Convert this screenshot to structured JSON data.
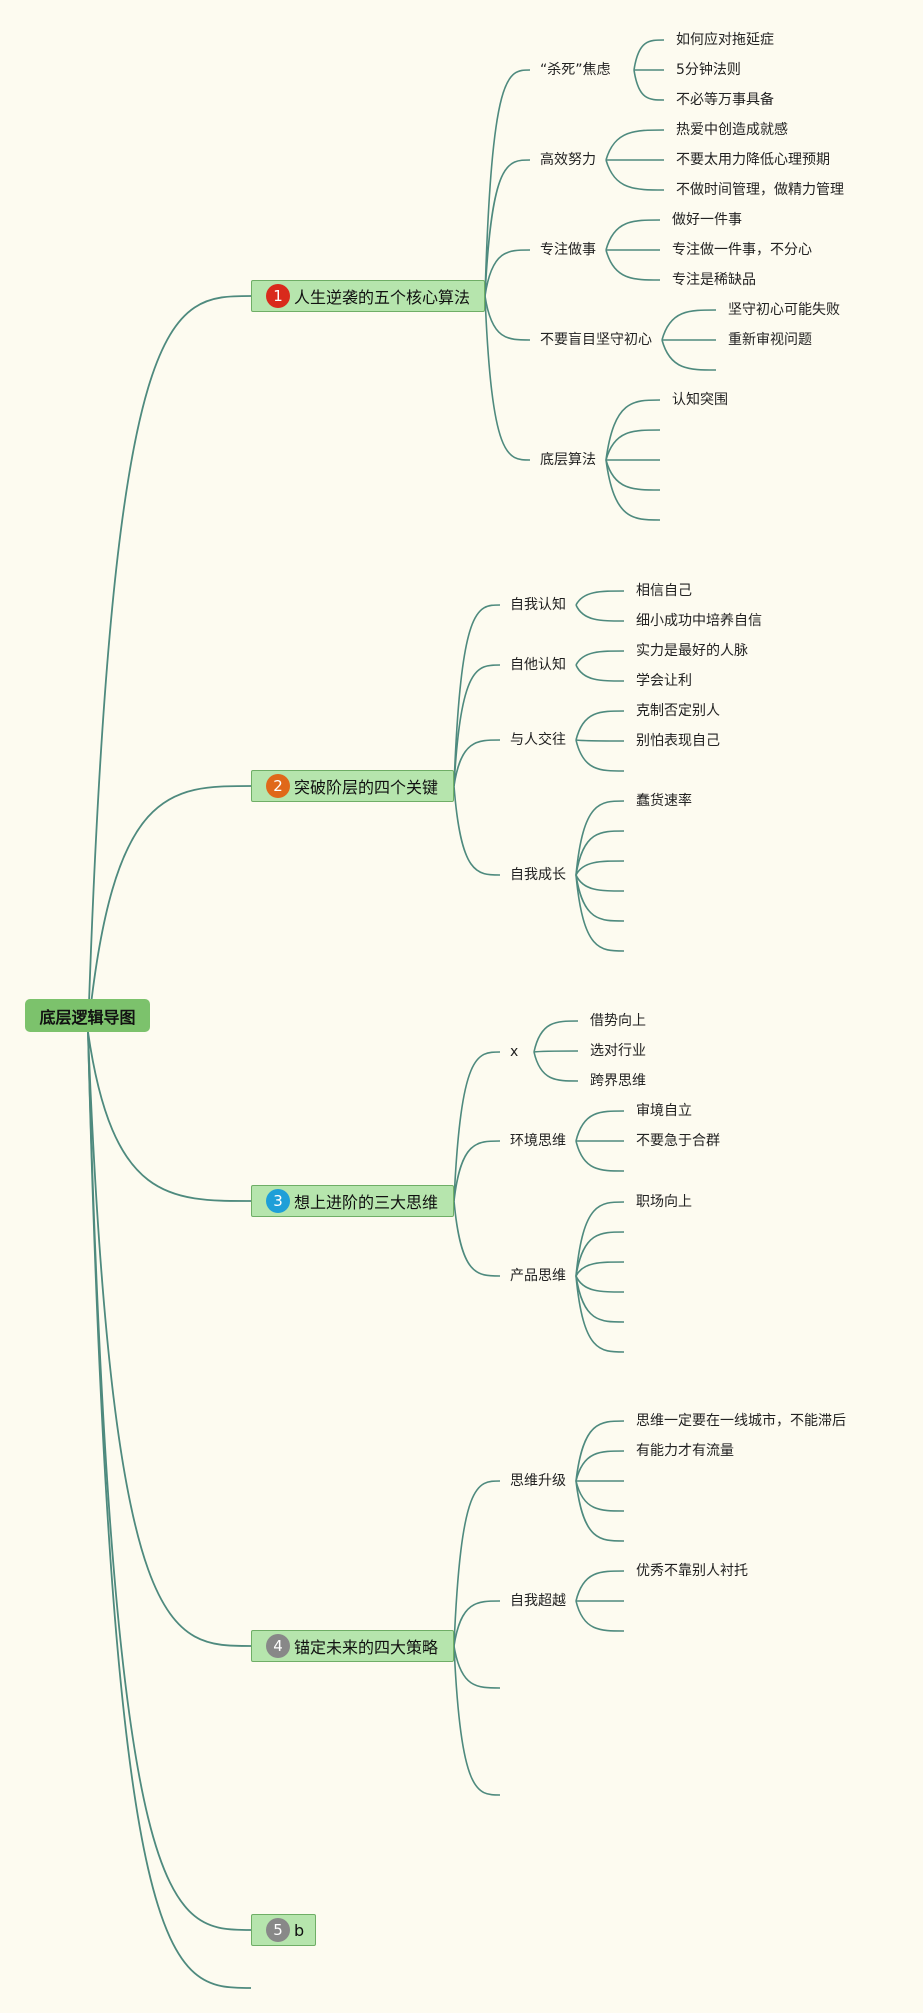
{
  "root": {
    "label": "底层逻辑导图"
  },
  "colors": {
    "line": "#4e8a7e",
    "background": "#fdfbf0",
    "root": "#7cc26c",
    "main": "#b6e5ad"
  },
  "branches": [
    {
      "num": "1",
      "label": "人生逆袭的五个核心算法",
      "badge_color": "#d92a1c",
      "children": [
        {
          "label": "“杀死”焦虑",
          "children": [
            "如何应对拖延症",
            "5分钟法则",
            "不必等万事具备"
          ]
        },
        {
          "label": "高效努力",
          "children": [
            "热爱中创造成就感",
            "不要太用力降低心理预期",
            "不做时间管理，做精力管理"
          ]
        },
        {
          "label": "专注做事",
          "children": [
            "做好一件事",
            "专注做一件事，不分心",
            "专注是稀缺品"
          ]
        },
        {
          "label": "不要盲目坚守初心",
          "children": [
            "坚守初心可能失败",
            "重新审视问题",
            ""
          ]
        },
        {
          "label": "底层算法",
          "children": [
            "认知突围",
            "",
            "",
            "",
            ""
          ]
        }
      ]
    },
    {
      "num": "2",
      "label": "突破阶层的四个关键",
      "badge_color": "#e0681a",
      "children": [
        {
          "label": "自我认知",
          "children": [
            "相信自己",
            "细小成功中培养自信"
          ]
        },
        {
          "label": "自他认知",
          "children": [
            "实力是最好的人脉",
            "学会让利"
          ]
        },
        {
          "label": "与人交往",
          "children": [
            "克制否定别人",
            "别怕表现自己",
            ""
          ]
        },
        {
          "label": "自我成长",
          "children": [
            "蠢货速率",
            "",
            "",
            "",
            "",
            ""
          ]
        }
      ]
    },
    {
      "num": "3",
      "label": "想上进阶的三大思维",
      "badge_color": "#1e9fd8",
      "children": [
        {
          "label": "x",
          "children": [
            "借势向上",
            "选对行业",
            "跨界思维"
          ]
        },
        {
          "label": "环境思维",
          "children": [
            "审境自立",
            "不要急于合群",
            ""
          ]
        },
        {
          "label": "产品思维",
          "children": [
            "职场向上",
            "",
            "",
            "",
            "",
            ""
          ]
        }
      ]
    },
    {
      "num": "4",
      "label": "锚定未来的四大策略",
      "badge_color": "#888888",
      "children": [
        {
          "label": "思维升级",
          "children": [
            "思维一定要在一线城市，不能滞后",
            "有能力才有流量",
            "",
            "",
            ""
          ]
        },
        {
          "label": "自我超越",
          "children": [
            "优秀不靠别人衬托",
            "",
            ""
          ]
        },
        {
          "label": "",
          "children": []
        },
        {
          "label": "",
          "children": []
        }
      ]
    },
    {
      "num": "5",
      "label": "b",
      "badge_color": "#888888",
      "children": []
    }
  ]
}
